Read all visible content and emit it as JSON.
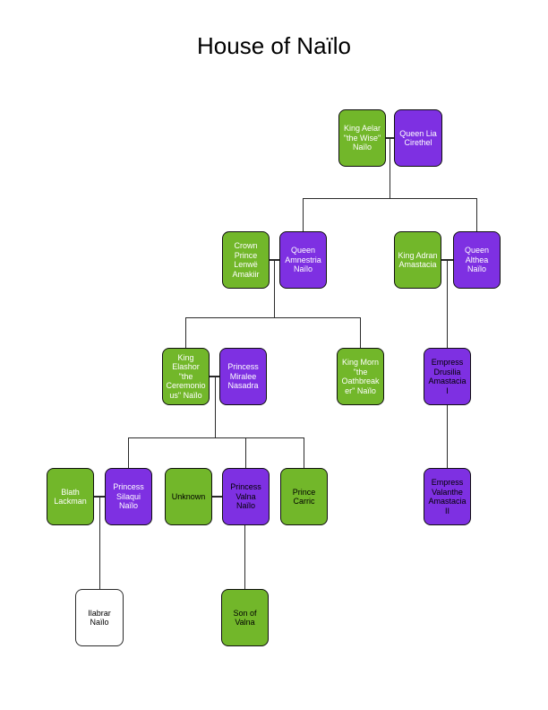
{
  "title": "House of Naïlo",
  "colors": {
    "green": "#72b72a",
    "purple": "#7e30e2",
    "white": "#ffffff",
    "line": "#2a2a2a",
    "light_text": "#ffffff",
    "dark_text": "#000000"
  },
  "persons": {
    "aelar": {
      "name": "King Aelar \"the Wise\" Naïlo",
      "fill": "green",
      "text": "light"
    },
    "lia": {
      "name": "Queen Lia Cirethel",
      "fill": "purple",
      "text": "light"
    },
    "lenwe": {
      "name": "Crown Prince Lenwë Amakiir",
      "fill": "green",
      "text": "light"
    },
    "amnestria": {
      "name": "Queen Amnestria Naïlo",
      "fill": "purple",
      "text": "light"
    },
    "adran": {
      "name": "King Adran Amastacia",
      "fill": "green",
      "text": "light"
    },
    "althea": {
      "name": "Queen Althea Naïlo",
      "fill": "purple",
      "text": "light"
    },
    "elashor": {
      "name": "King Elashor \"the Ceremonious\" Naïlo",
      "fill": "green",
      "text": "light"
    },
    "miralee": {
      "name": "Princess Miralee Nasadra",
      "fill": "purple",
      "text": "light"
    },
    "morn": {
      "name": "King Morn \"the Oathbreaker\" Naïlo",
      "fill": "green",
      "text": "light"
    },
    "drusilia": {
      "name": "Empress Drusilia Amastacia I",
      "fill": "purple",
      "text": "dark"
    },
    "blath": {
      "name": "Blath Lackman",
      "fill": "green",
      "text": "light"
    },
    "silaqui": {
      "name": "Princess Silaqui Naïlo",
      "fill": "purple",
      "text": "light"
    },
    "unknown": {
      "name": "Unknown",
      "fill": "green",
      "text": "dark"
    },
    "valna": {
      "name": "Princess Valna Naïlo",
      "fill": "purple",
      "text": "dark"
    },
    "carric": {
      "name": "Prince Carric",
      "fill": "green",
      "text": "dark"
    },
    "valanthe": {
      "name": "Empress Valanthe Amastacia II",
      "fill": "purple",
      "text": "dark"
    },
    "ilabrar": {
      "name": "Ilabrar Naïlo",
      "fill": "white",
      "text": "dark"
    },
    "son_of_valna": {
      "name": "Son of Valna",
      "fill": "green",
      "text": "dark"
    }
  }
}
